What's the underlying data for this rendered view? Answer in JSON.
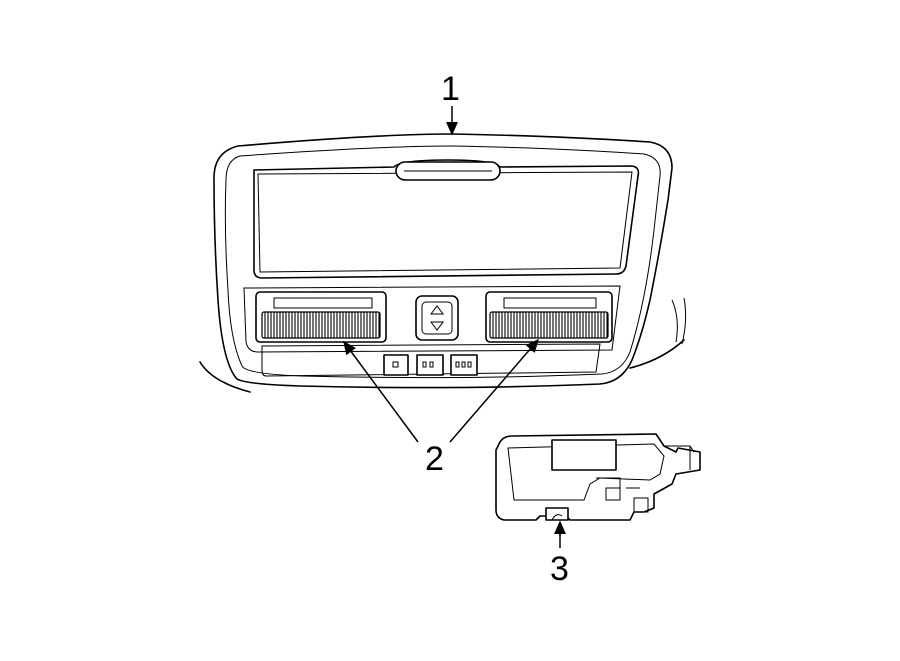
{
  "callouts": {
    "c1": "1",
    "c2": "2",
    "c3": "3"
  },
  "parts": {
    "console_button_icons": [
      "square-icon",
      "two-dot-icon",
      "three-dot-icon"
    ],
    "switch_icons": [
      "up-triangle-icon",
      "down-triangle-icon"
    ]
  },
  "colors": {
    "line": "#000000",
    "background": "#ffffff"
  }
}
